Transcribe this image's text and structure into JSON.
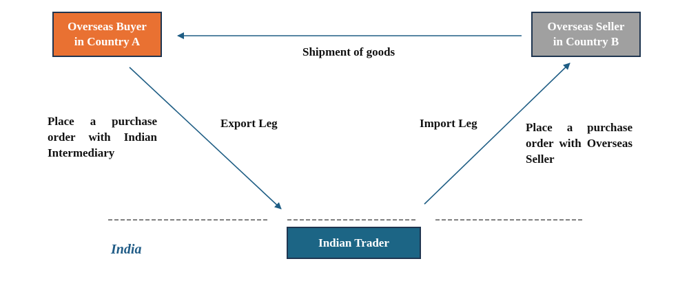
{
  "nodes": {
    "buyer": {
      "line1": "Overseas Buyer",
      "line2": "in Country A",
      "color": "#e97132"
    },
    "seller": {
      "line1": "Overseas Seller",
      "line2": "in Country B",
      "color": "#a0a0a0"
    },
    "trader": {
      "label": "Indian Trader",
      "color": "#1c6585"
    }
  },
  "edges": {
    "shipment": "Shipment of goods",
    "export_leg": "Export Leg",
    "import_leg": "Import Leg"
  },
  "notes": {
    "buyer_order": "Place a purchase order with Indian Intermediary",
    "seller_order": "Place a purchase order with Overseas Seller"
  },
  "region_label": "India",
  "colors": {
    "arrow": "#1e5d84",
    "border": "#1f3550",
    "dashes": "#333333"
  }
}
